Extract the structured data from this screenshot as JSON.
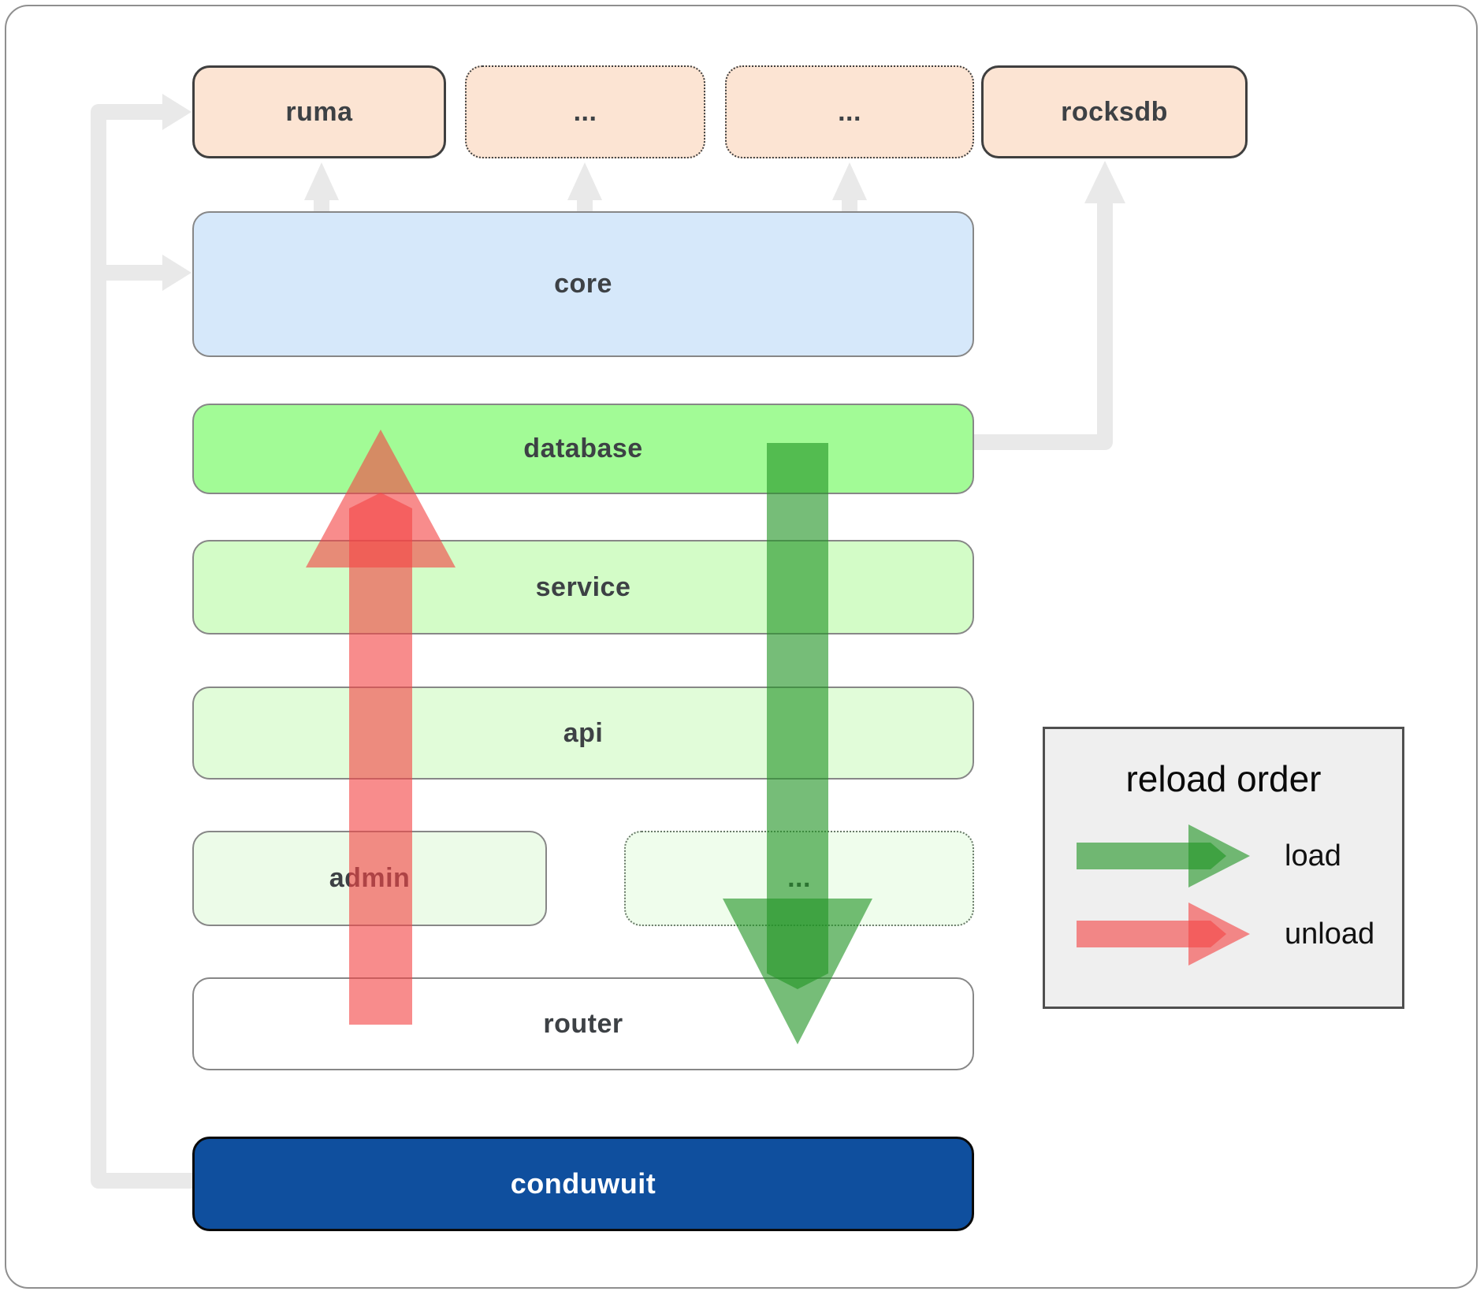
{
  "nodes": {
    "ruma": "ruma",
    "dots_top_left": "...",
    "dots_top_right": "...",
    "rocksdb": "rocksdb",
    "core": "core",
    "database": "database",
    "service": "service",
    "api": "api",
    "admin": "admin",
    "dots_admin": "...",
    "router": "router",
    "conduwuit": "conduwuit"
  },
  "legend": {
    "title": "reload order",
    "items": [
      {
        "label": "load",
        "arrow": "green-arrow"
      },
      {
        "label": "unload",
        "arrow": "red-arrow"
      }
    ]
  },
  "colors": {
    "load_arrow_rgba": "rgba(34,148,37,0.62)",
    "unload_arrow_rgba": "rgba(243,70,70,0.62)",
    "load_arrow": "#229425",
    "unload_arrow": "#f34646",
    "connector": "#e9e9e9",
    "peach": "#fce4d3",
    "core_blue": "#d6e8fa",
    "database_green": "#a2fb96",
    "service_green": "#d3fcc7",
    "api_green": "#e1fcd9",
    "admin_green": "#ecfbe8",
    "conduwuit_blue": "#0f4f9e",
    "legend_bg": "#efefef"
  }
}
